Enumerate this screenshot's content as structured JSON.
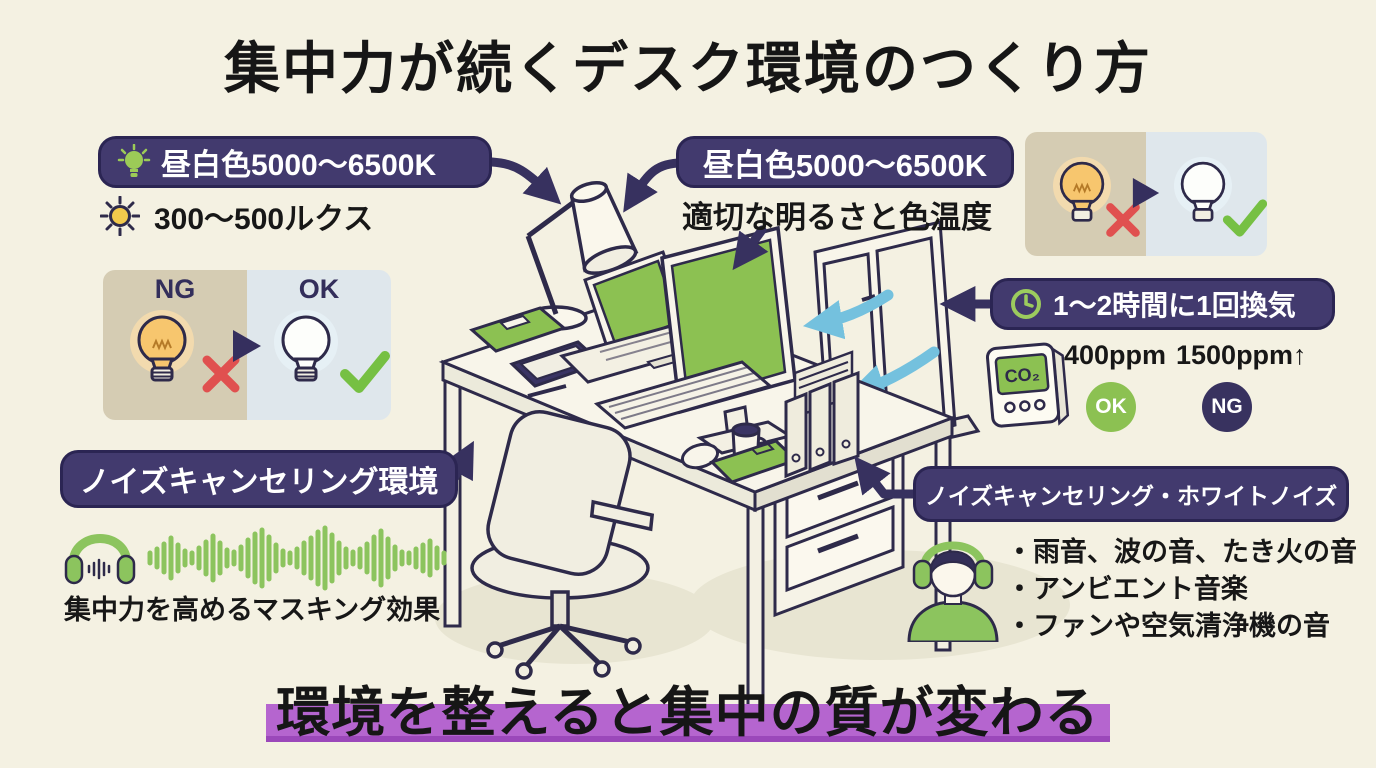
{
  "title": "集中力が続くデスク環境のつくり方",
  "lighting_left": {
    "badge_label": "昼白色5000〜6500K",
    "lux_label": "300〜500ルクス",
    "ng_label": "NG",
    "ok_label": "OK"
  },
  "lighting_center": {
    "badge_label": "昼白色5000〜6500K",
    "caption": "適切な明るさと色温度"
  },
  "ventilation": {
    "badge_label": "1〜2時間に1回換気",
    "co2_label": "CO₂",
    "ok_value": "400ppm",
    "ok_badge": "OK",
    "ng_value": "1500ppm↑",
    "ng_badge": "NG"
  },
  "noise_left": {
    "badge_label": "ノイズキャンセリング環境",
    "caption": "集中力を高めるマスキング効果"
  },
  "noise_right": {
    "badge_label": "ノイズキャンセリング・ホワイトノイズ",
    "items": [
      "・雨音、波の音、たき火の音",
      "・アンビエント音楽",
      "・ファンや空気清浄機の音"
    ]
  },
  "footer": {
    "text": "環境を整えると集中の質が変わる"
  },
  "colors": {
    "background": "#f4f1e2",
    "badge_purple": "#423a6e",
    "outline_navy": "#2e2a4a",
    "accent_green": "#8cc152",
    "warm_bulb": "#f7c66e",
    "highlight_purple": "#b565cf",
    "ng_red": "#e0504f",
    "ok_green": "#76c043",
    "airflow_blue": "#74c1de"
  }
}
